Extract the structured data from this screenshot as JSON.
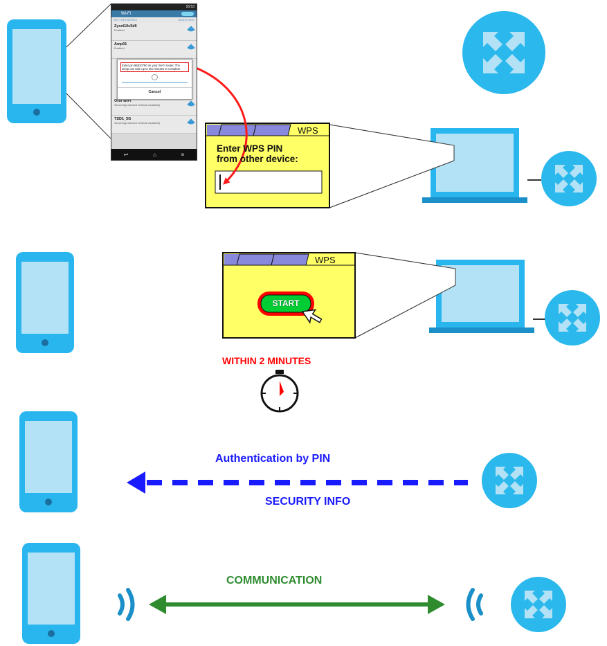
{
  "phone_screen": {
    "status_time": "16:53",
    "title": "Wi-Fi",
    "section_label": "WI-FI NETWORKS",
    "section_action": "SEARCHING",
    "networks": [
      {
        "name": "Zyxel10c5d6",
        "status": "Enabled"
      },
      {
        "name": "Amp01",
        "status": "Enabled"
      },
      {
        "name": "Orbi WiFi",
        "status": "Secured(protected network available)"
      },
      {
        "name": "TSD1_5G",
        "status": "Secured(protected network available)"
      }
    ],
    "dialog": {
      "message": "Enter pin 86810790 on your Wi-Fi router. The setup can take up to two minutes to complete.",
      "cancel_label": "Cancel"
    }
  },
  "wps_pin_window": {
    "title": "WPS",
    "prompt_line1": "Enter WPS PIN",
    "prompt_line2": "from other device:"
  },
  "wps_start_window": {
    "title": "WPS",
    "start_label": "START"
  },
  "labels": {
    "within": "WITHIN 2 MINUTES",
    "auth": "Authentication by PIN",
    "security": "SECURITY INFO",
    "communication": "COMMUNICATION"
  },
  "colors": {
    "device_blue": "#29b6ee",
    "device_fill": "#b3e2f6",
    "router_fill": "#2bb8ec",
    "wps_yellow": "#ffff66",
    "wps_tab": "#8888dd",
    "start_green": "#00cc33",
    "within_red": "#ff0000",
    "auth_blue": "#1a1aff",
    "comm_green": "#2e8b2e",
    "pin_arrow": "#ff1a1a"
  },
  "icons": [
    "smartphone-icon",
    "router-icon",
    "laptop-icon",
    "stopwatch-icon",
    "cursor-arrow-icon",
    "signal-wave-icon"
  ]
}
